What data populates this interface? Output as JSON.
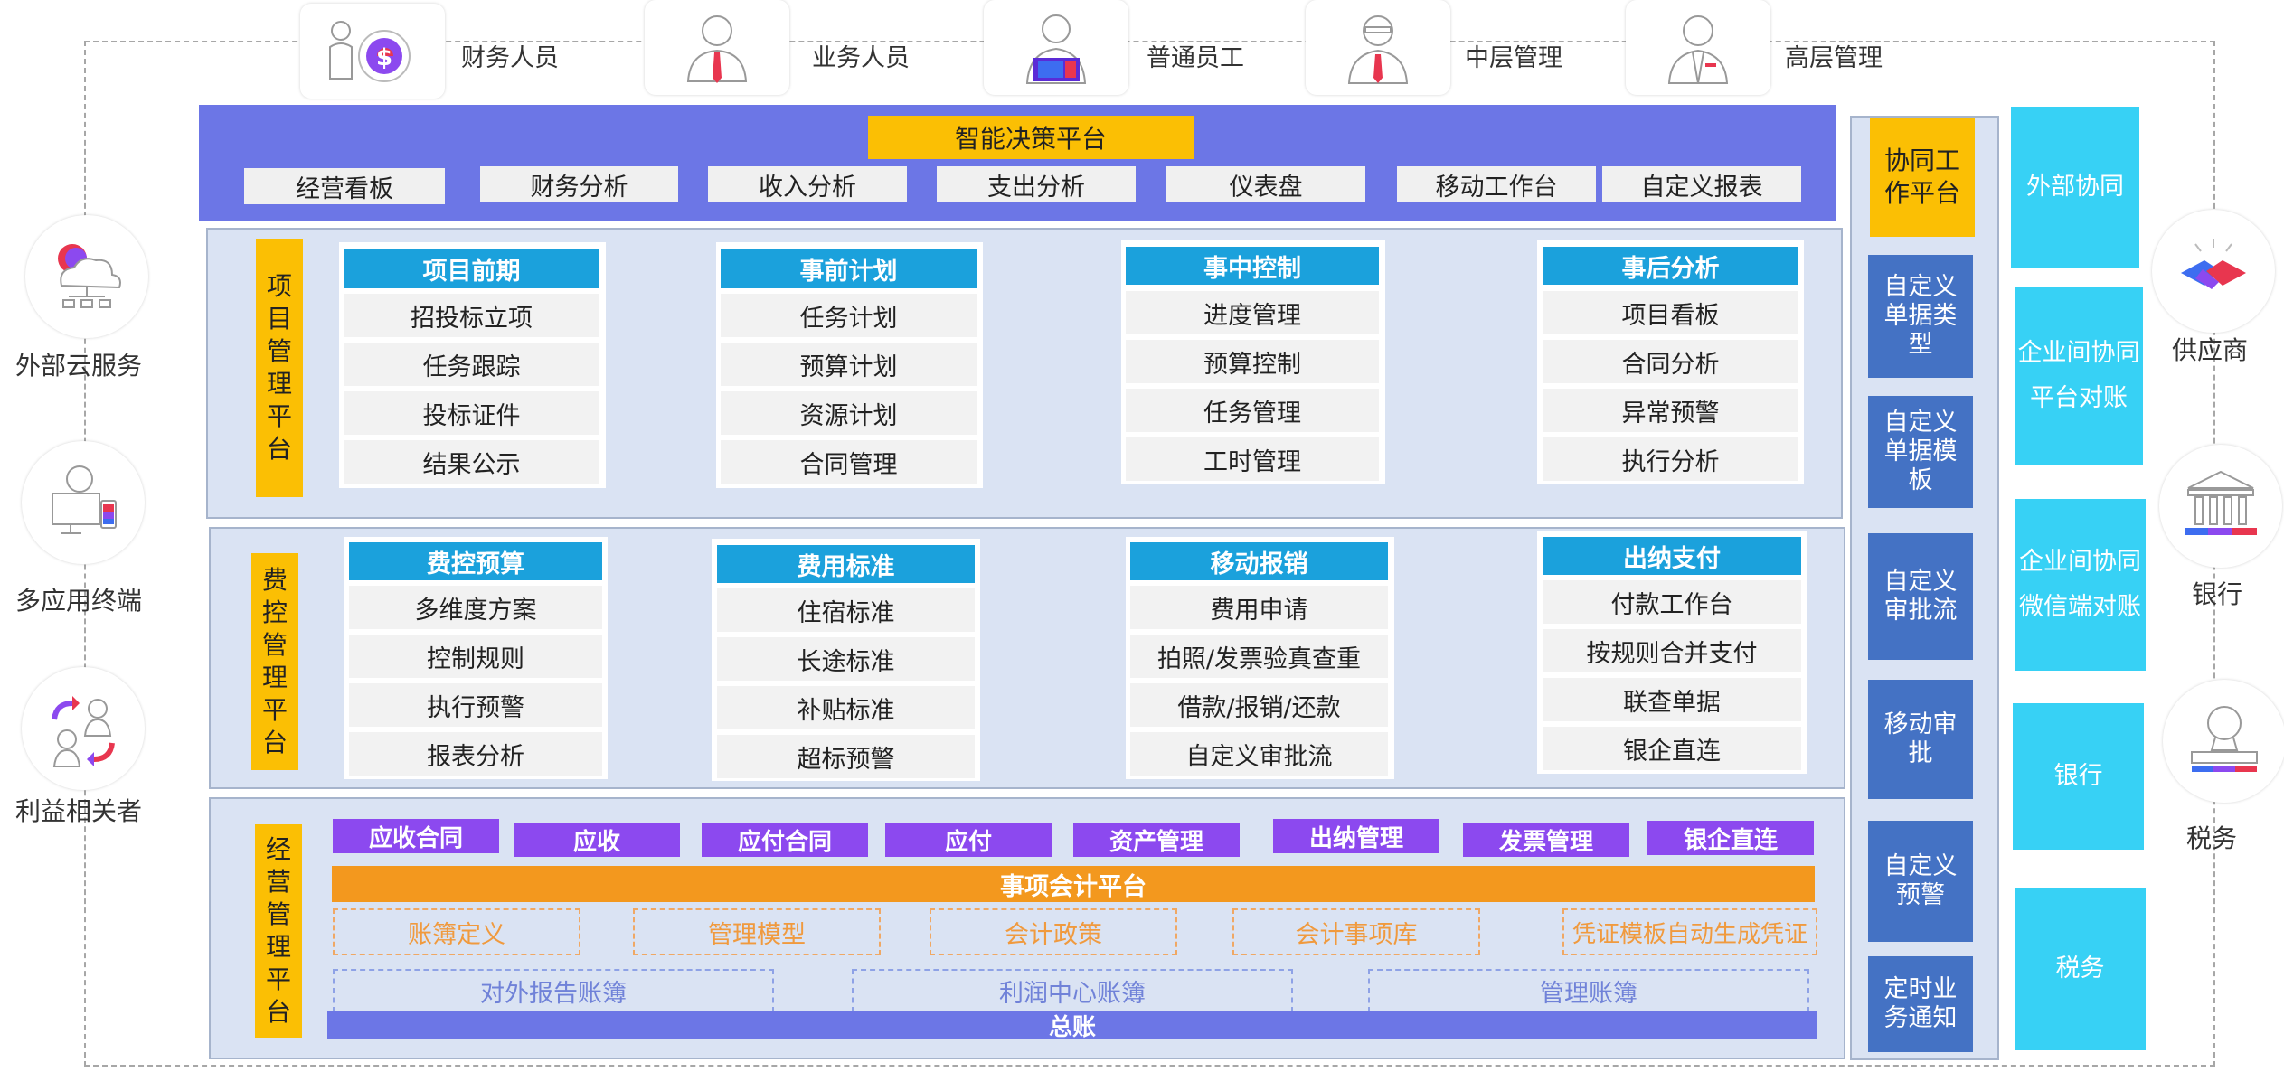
{
  "roles": [
    {
      "label": "财务人员",
      "icon": "finance-person-icon"
    },
    {
      "label": "业务人员",
      "icon": "business-person-icon"
    },
    {
      "label": "普通员工",
      "icon": "employee-icon"
    },
    {
      "label": "中层管理",
      "icon": "middle-manager-icon"
    },
    {
      "label": "高层管理",
      "icon": "senior-manager-icon"
    }
  ],
  "top": {
    "title": "智能决策平台",
    "tabs": [
      "经营看板",
      "财务分析",
      "收入分析",
      "支出分析",
      "仪表盘",
      "移动工作台",
      "自定义报表"
    ]
  },
  "project": {
    "label": [
      "项",
      "目",
      "管",
      "理",
      "平",
      "台"
    ],
    "columns": [
      {
        "head": "项目前期",
        "items": [
          "招投标立项",
          "任务跟踪",
          "投标证件",
          "结果公示"
        ]
      },
      {
        "head": "事前计划",
        "items": [
          "任务计划",
          "预算计划",
          "资源计划",
          "合同管理"
        ]
      },
      {
        "head": "事中控制",
        "items": [
          "进度管理",
          "预算控制",
          "任务管理",
          "工时管理"
        ]
      },
      {
        "head": "事后分析",
        "items": [
          "项目看板",
          "合同分析",
          "异常预警",
          "执行分析"
        ]
      }
    ]
  },
  "expense": {
    "label": [
      "费",
      "控",
      "管",
      "理",
      "平",
      "台"
    ],
    "columns": [
      {
        "head": "费控预算",
        "items": [
          "多维度方案",
          "控制规则",
          "执行预警",
          "报表分析"
        ]
      },
      {
        "head": "费用标准",
        "items": [
          "住宿标准",
          "长途标准",
          "补贴标准",
          "超标预警"
        ]
      },
      {
        "head": "移动报销",
        "items": [
          "费用申请",
          "拍照/发票验真查重",
          "借款/报销/还款",
          "自定义审批流"
        ]
      },
      {
        "head": "出纳支付",
        "items": [
          "付款工作台",
          "按规则合并支付",
          "联查单据",
          "银企直连"
        ]
      }
    ]
  },
  "operation": {
    "label": [
      "经",
      "营",
      "管",
      "理",
      "平",
      "台"
    ],
    "modules": [
      "应收合同",
      "应收",
      "应付合同",
      "应付",
      "资产管理",
      "出纳管理",
      "发票管理",
      "银企直连"
    ],
    "accounting_platform": "事项会计平台",
    "accounting_items": [
      "账簿定义",
      "管理模型",
      "会计政策",
      "会计事项库",
      "凭证模板自动生成凭证"
    ],
    "ledgers": [
      "对外报告账簿",
      "利润中心账簿",
      "管理账簿"
    ],
    "general_ledger": "总账"
  },
  "right_column": {
    "collab": [
      "协同工",
      "作平台"
    ],
    "items": [
      [
        "自定义",
        "单据类",
        "型"
      ],
      [
        "自定义",
        "单据模",
        "板"
      ],
      [
        "自定义",
        "审批流"
      ],
      [
        "移动审",
        "批"
      ],
      [
        "自定义",
        "预警"
      ],
      [
        "定时业",
        "务通知"
      ]
    ]
  },
  "external_collab": [
    [
      "外部协同"
    ],
    [
      "企业间协同",
      "平台对账"
    ],
    [
      "企业间协同",
      "微信端对账"
    ],
    [
      "银行"
    ],
    [
      "税务"
    ]
  ],
  "left_side": [
    {
      "label": "外部云服务",
      "icon": "cloud-service-icon"
    },
    {
      "label": "多应用终端",
      "icon": "multi-terminal-icon"
    },
    {
      "label": "利益相关者",
      "icon": "stakeholders-icon"
    }
  ],
  "right_side": [
    {
      "label": "供应商",
      "icon": "handshake-icon"
    },
    {
      "label": "银行",
      "icon": "bank-icon"
    },
    {
      "label": "税务",
      "icon": "tax-stamp-icon"
    }
  ],
  "colors": {
    "platform_purple": "#6c76e6",
    "gold": "#fbbf04",
    "header_blue": "#1ba1dc",
    "section_bg": "#dae3f3",
    "module_purple": "#8c49ef",
    "accounting_orange": "#f3981e",
    "right_blue": "#4472c4",
    "cyan": "#37d1f5"
  }
}
